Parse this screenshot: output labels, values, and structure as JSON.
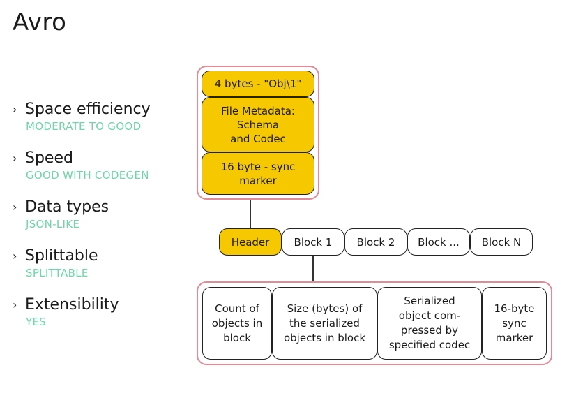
{
  "title": "Avro",
  "features": [
    {
      "name": "Space efficiency",
      "value": "MODERATE TO GOOD"
    },
    {
      "name": "Speed",
      "value": "GOOD WITH CODEGEN"
    },
    {
      "name": "Data types",
      "value": "JSON-LIKE"
    },
    {
      "name": "Splittable",
      "value": "SPLITTABLE"
    },
    {
      "name": "Extensibility",
      "value": "YES"
    }
  ],
  "header_structure": {
    "magic": "4 bytes - \"Obj\\1\"",
    "metadata": "File Metadata:\nSchema\nand Codec",
    "sync": "16 byte - sync\nmarker"
  },
  "blocks": [
    "Header",
    "Block 1",
    "Block 2",
    "Block ...",
    "Block N"
  ],
  "block_structure": [
    "Count of\nobjects in\nblock",
    "Size (bytes) of\nthe serialized\nobjects in block",
    "Serialized\nobject com-\npressed by\nspecified codec",
    "16-byte\nsync\nmarker"
  ],
  "colors": {
    "accent_text": "#6ed6a8",
    "highlight_fill": "#f5c800",
    "group_outline": "#e58a95"
  }
}
